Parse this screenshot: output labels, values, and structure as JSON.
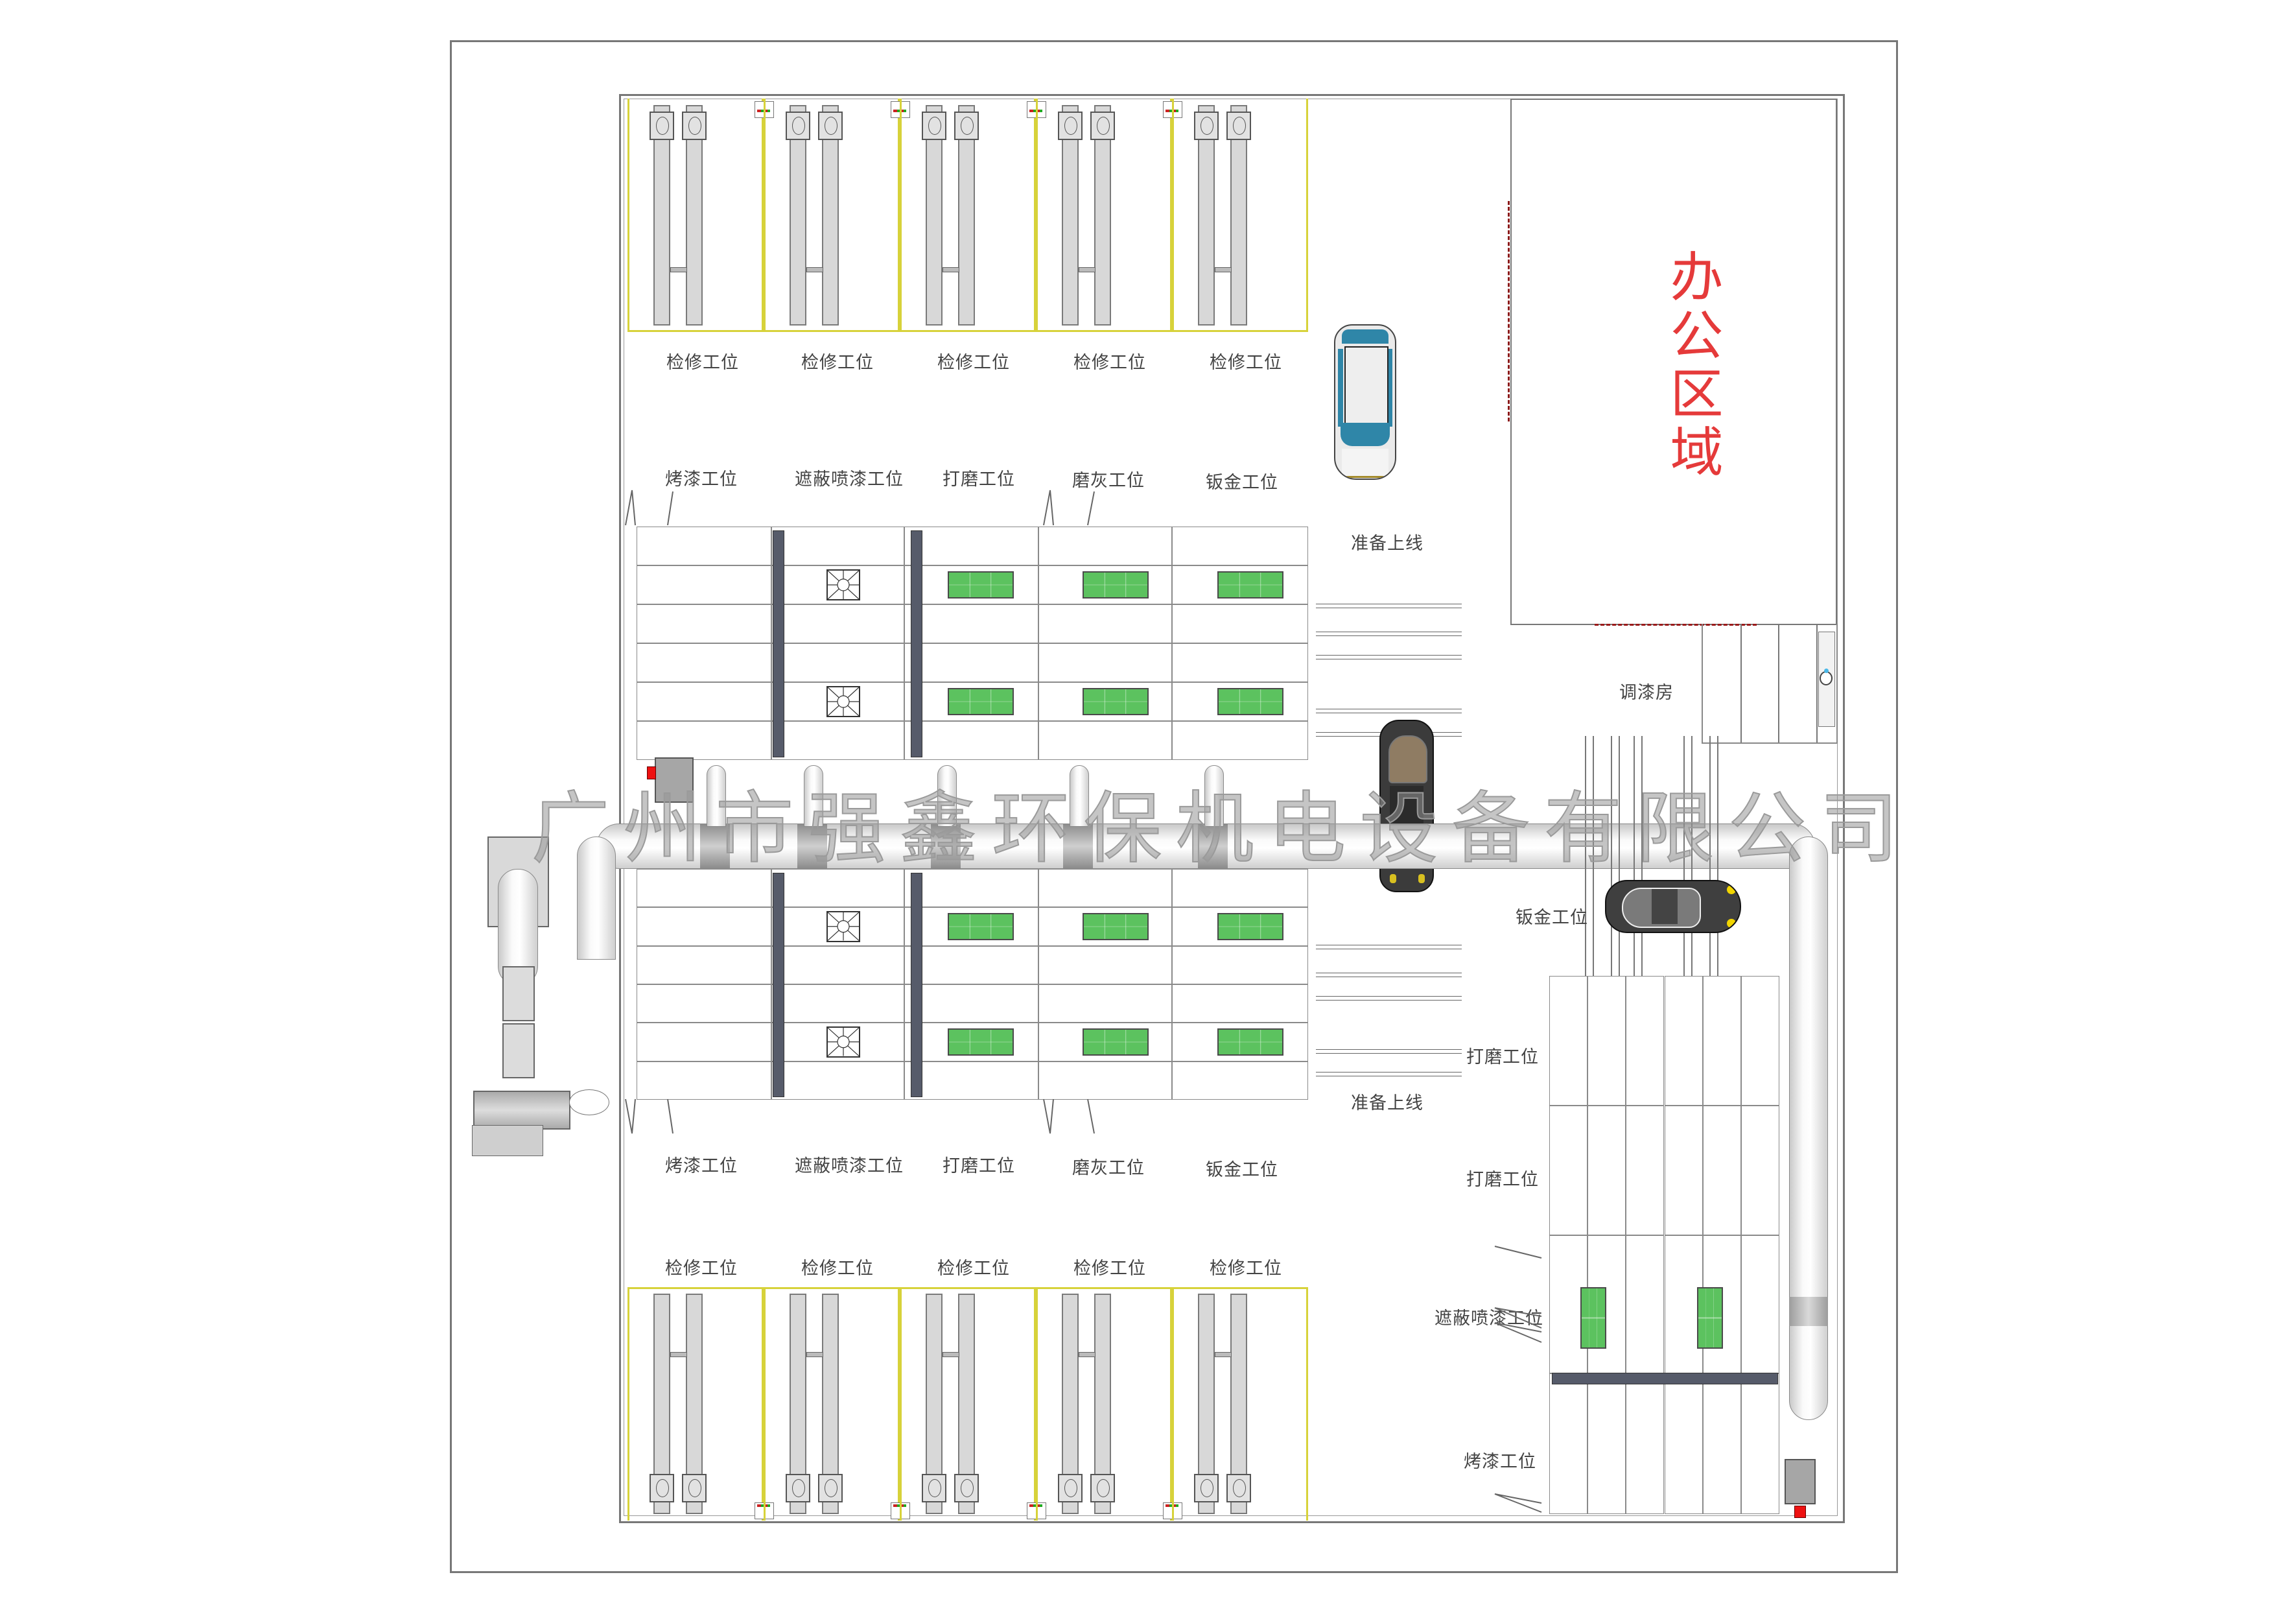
{
  "title": "汽车维修车间布局图",
  "watermark": "广州市强鑫环保机电设备有限公司",
  "colors": {
    "office_text": "#e53a3a",
    "bay_line": "#d7d23a",
    "filter_green": "#5cc25f",
    "partition_dark": "#565b6a",
    "burner_red": "#ee1111"
  },
  "office": {
    "label": "办公区域"
  },
  "paint_mixing_room": {
    "label": "调漆房"
  },
  "top_repair_bays": {
    "labels": [
      "检修工位",
      "检修工位",
      "检修工位",
      "检修工位",
      "检修工位"
    ]
  },
  "bottom_repair_bays": {
    "labels": [
      "检修工位",
      "检修工位",
      "检修工位",
      "检修工位",
      "检修工位"
    ]
  },
  "upper_line": {
    "stations": [
      "烤漆工位",
      "遮蔽喷漆工位",
      "打磨工位",
      "磨灰工位",
      "钣金工位"
    ],
    "ready_label": "准备上线"
  },
  "lower_line": {
    "stations": [
      "烤漆工位",
      "遮蔽喷漆工位",
      "打磨工位",
      "磨灰工位",
      "钣金工位"
    ],
    "ready_label": "准备上线"
  },
  "right_line": {
    "stations": [
      "钣金工位",
      "打磨工位",
      "打磨工位",
      "遮蔽喷漆工位",
      "烤漆工位"
    ]
  },
  "vehicles": [
    {
      "name": "white-suv",
      "color": "#e8e8e8"
    },
    {
      "name": "dark-sedan-center",
      "color": "#3b3b3b"
    },
    {
      "name": "dark-sedan-right",
      "color": "#3f3f3f"
    }
  ]
}
